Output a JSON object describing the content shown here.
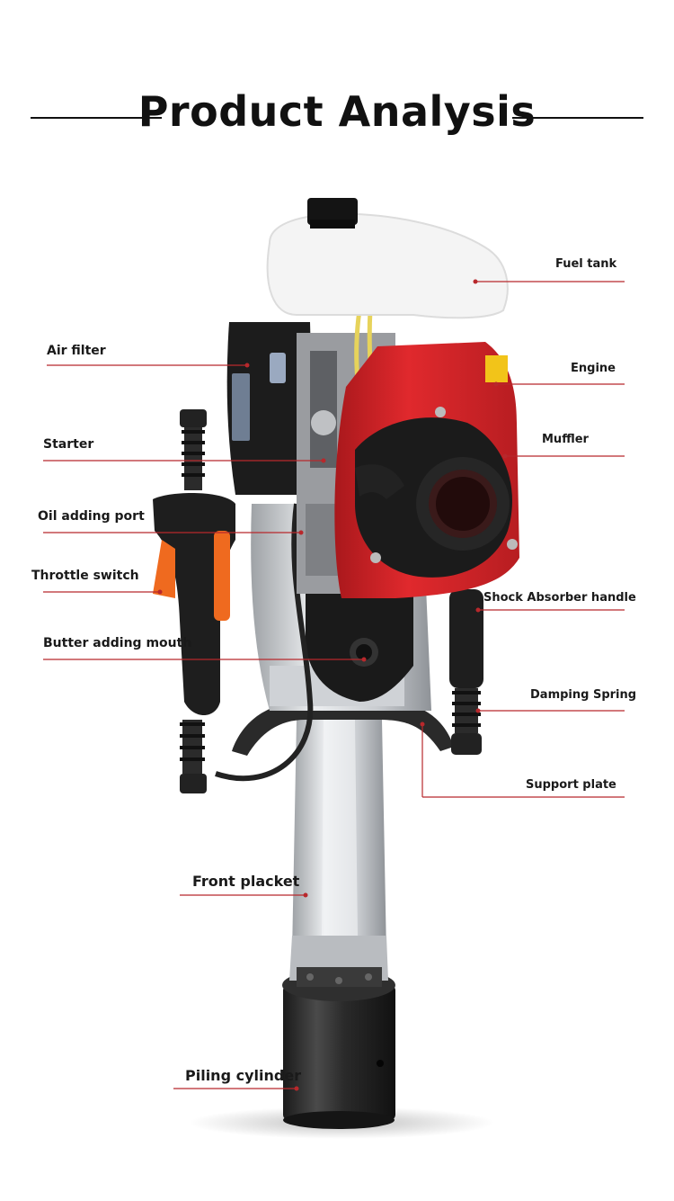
{
  "title": "Product Analysis",
  "callouts": {
    "fuel_tank": "Fuel tank",
    "air_filter": "Air filter",
    "engine": "Engine",
    "starter": "Starter",
    "muffler": "Muffler",
    "oil_adding_port": "Oil adding port",
    "throttle_switch": "Throttle switch",
    "shock_absorber_handle": "Shock Absorber handle",
    "butter_adding_mouth": "Butter adding mouth",
    "damping_spring": "Damping Spring",
    "support_plate": "Support plate",
    "front_placket": "Front placket",
    "piling_cylinder": "Piling cylinder"
  },
  "colors": {
    "engine_red": "#d9262a",
    "leader_line": "#b8282c",
    "fuel_tank": "#f4f4f4",
    "metal": "#d7d9dc",
    "black_part": "#1c1c1c",
    "orange_trigger": "#ef6a1f"
  }
}
